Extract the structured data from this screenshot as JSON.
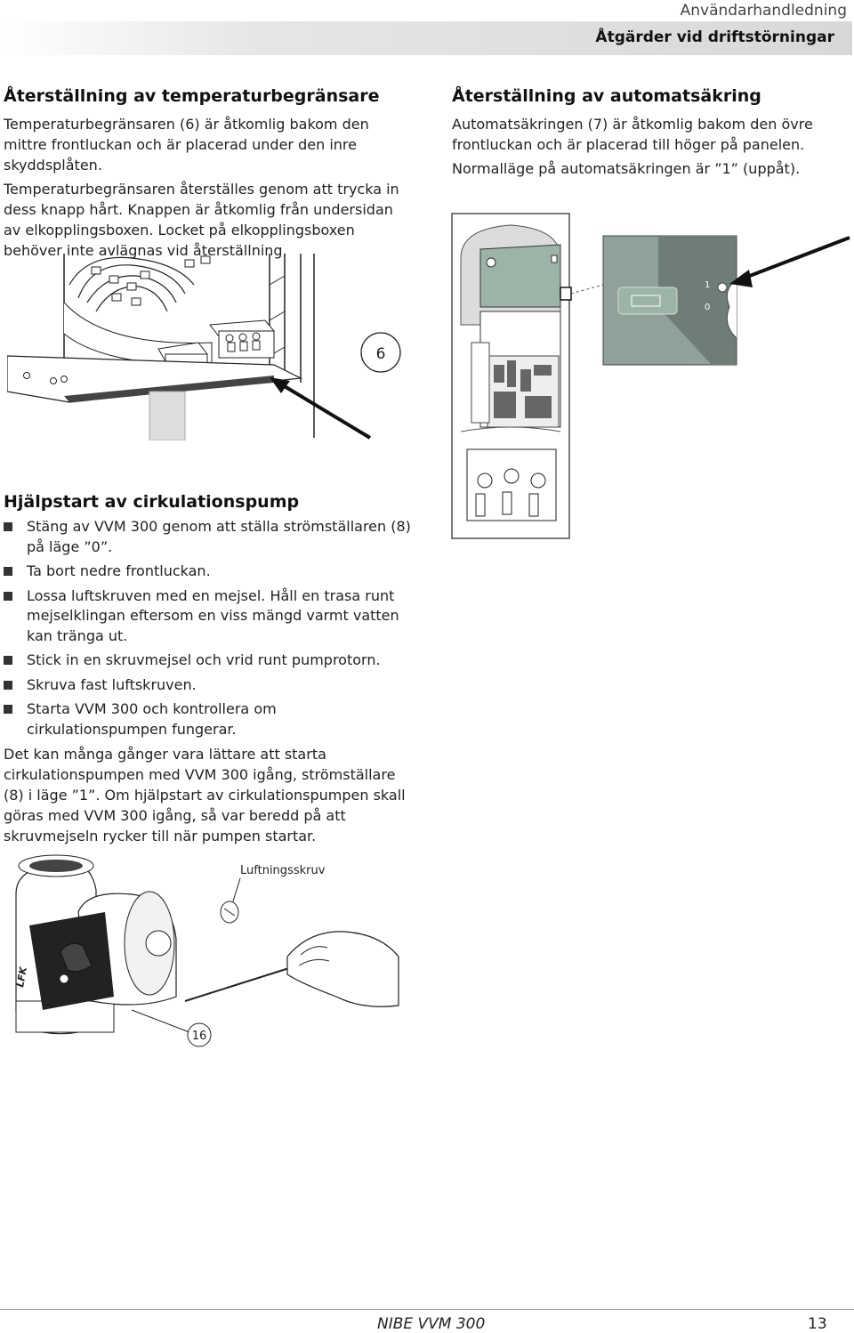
{
  "header": {
    "document_type": "Användarhandledning",
    "section": "Åtgärder vid driftstörningar"
  },
  "section_temp_limiter": {
    "title": "Återställning av temperaturbegränsare",
    "paragraphs": [
      "Temperaturbegränsaren (6) är åtkomlig bakom den mittre frontluckan och är placerad under den inre skyddsplåten.",
      "Temperaturbegränsaren återställes genom att trycka in dess knapp hårt. Knappen är åtkomlig från undersidan av elkopplingsboxen. Locket på elkopplingsboxen behöver inte avlägnas vid återställning."
    ],
    "figure_label": "6"
  },
  "section_breaker": {
    "title": "Återställning av automatsäkring",
    "paragraphs": [
      "Automatsäkringen (7) är åtkomlig bakom den övre frontluckan och är placerad till höger på panelen.",
      "Normalläge på automatsäkringen är ”1” (uppåt)."
    ],
    "switch_labels": [
      "1",
      "0"
    ]
  },
  "section_pump": {
    "title": "Hjälpstart av cirkulationspump",
    "steps": [
      "Stäng av VVM 300 genom att ställa strömställaren (8) på läge ”0”.",
      "Ta bort nedre frontluckan.",
      "Lossa luftskruven med en mejsel. Håll en trasa runt mejselklingan eftersom en viss mängd varmt vatten kan tränga ut.",
      "Stick in en skruvmejsel och vrid runt pumprotorn.",
      "Skruva fast luftskruven.",
      "Starta VVM 300 och kontrollera om cirkulationspumpen fungerar."
    ],
    "note": "Det kan många gånger vara lättare att starta cirkulationspumpen med VVM 300 igång, strömställare (8) i läge ”1”. Om hjälpstart av cirkulationspumpen skall göras med VVM 300 igång, så var beredd på att skruvmejseln rycker till när pumpen startar.",
    "figure_callout": "Luftningsskruv",
    "figure_label": "16",
    "pump_brand_mark": "LFK"
  },
  "footer": {
    "product": "NIBE VVM 300",
    "page": "13"
  },
  "colors": {
    "panel_green": "#9cb3a8",
    "panel_dark": "#6f7d77",
    "accent_line": "#111111"
  }
}
